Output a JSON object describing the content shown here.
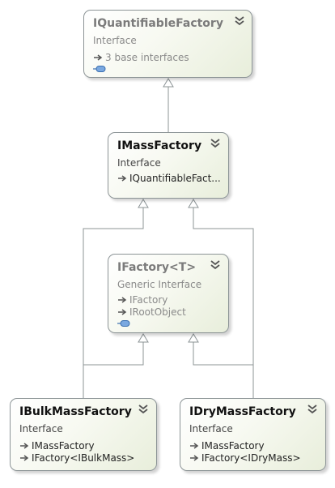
{
  "nodes": {
    "iquantifiable": {
      "name": "IQuantifiableFactory",
      "stereotype": "Interface",
      "members": [
        "3 base interfaces"
      ]
    },
    "imass": {
      "name": "IMassFactory",
      "stereotype": "Interface",
      "members": [
        "IQuantifiableFact..."
      ]
    },
    "ifactory": {
      "name": "IFactory<T>",
      "stereotype": "Generic Interface",
      "members": [
        "IFactory",
        "IRootObject"
      ]
    },
    "ibulk": {
      "name": "IBulkMassFactory",
      "stereotype": "Interface",
      "members": [
        "IMassFactory",
        "IFactory<IBulkMass>"
      ]
    },
    "idry": {
      "name": "IDryMassFactory",
      "stereotype": "Interface",
      "members": [
        "IMassFactory",
        "IFactory<IDryMass>"
      ]
    }
  },
  "icons": {
    "collapse": "double-chevron-icon",
    "inherit": "inherit-arrow-icon",
    "interface": "interface-lollipop-icon"
  },
  "colors": {
    "line": "#8c9496",
    "node_gradient_end": "#e8eedb",
    "faded_text": "#7b7b7b"
  }
}
